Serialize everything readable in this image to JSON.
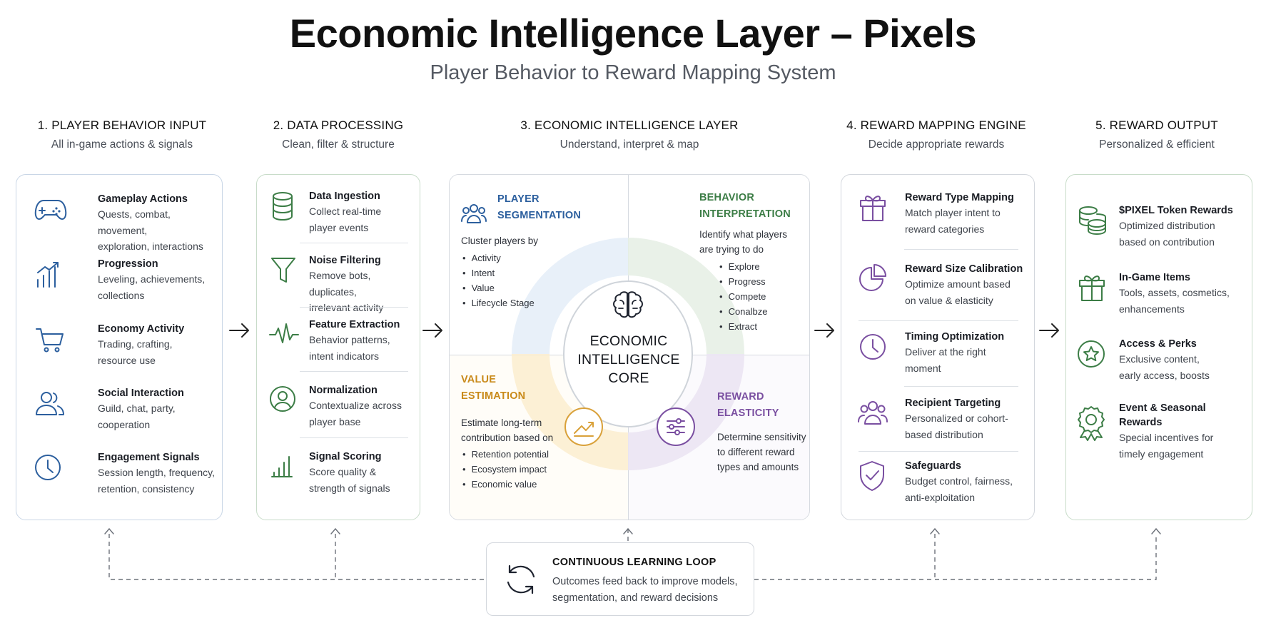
{
  "header": {
    "title": "Economic Intelligence Layer – Pixels",
    "subtitle": "Player Behavior to Reward Mapping System"
  },
  "columns": [
    {
      "heading": "1. PLAYER BEHAVIOR INPUT",
      "sub": "All in-game actions & signals"
    },
    {
      "heading": "2. DATA PROCESSING",
      "sub": "Clean, filter & structure"
    },
    {
      "heading": "3. ECONOMIC INTELLIGENCE LAYER",
      "sub": "Understand, interpret & map"
    },
    {
      "heading": "4. REWARD MAPPING ENGINE",
      "sub": "Decide appropriate rewards"
    },
    {
      "heading": "5. REWARD OUTPUT",
      "sub": "Personalized & efficient"
    }
  ],
  "input": [
    {
      "title": "Gameplay Actions",
      "d1": "Quests, combat, movement,",
      "d2": "exploration, interactions",
      "icon": "gamepad-icon"
    },
    {
      "title": "Progression",
      "d1": "Leveling, achievements,",
      "d2": "collections",
      "icon": "bar-chart-icon"
    },
    {
      "title": "Economy Activity",
      "d1": "Trading, crafting,",
      "d2": "resource use",
      "icon": "cart-icon"
    },
    {
      "title": "Social Interaction",
      "d1": "Guild, chat, party,",
      "d2": "cooperation",
      "icon": "users-icon"
    },
    {
      "title": "Engagement Signals",
      "d1": "Session length, frequency,",
      "d2": "retention, consistency",
      "icon": "clock-icon"
    }
  ],
  "processing": [
    {
      "title": "Data Ingestion",
      "d1": "Collect real-time",
      "d2": "player events",
      "icon": "database-icon"
    },
    {
      "title": "Noise Filtering",
      "d1": "Remove bots, duplicates,",
      "d2": "irrelevant activity",
      "icon": "filter-icon"
    },
    {
      "title": "Feature Extraction",
      "d1": "Behavior patterns,",
      "d2": "intent indicators",
      "icon": "pulse-icon"
    },
    {
      "title": "Normalization",
      "d1": "Contextualize across",
      "d2": "player base",
      "icon": "user-circle-icon"
    },
    {
      "title": "Signal Scoring",
      "d1": "Score quality &",
      "d2": "strength of signals",
      "icon": "signal-bars-icon"
    }
  ],
  "core": {
    "label_l1": "ECONOMIC",
    "label_l2": "INTELLIGENCE",
    "label_l3": "CORE",
    "segmentation": {
      "t1": "PLAYER",
      "t2": "SEGMENTATION",
      "text": "Cluster players by",
      "items": [
        "Activity",
        "Intent",
        "Value",
        "Lifecycle Stage"
      ]
    },
    "interpretation": {
      "t1": "BEHAVIOR",
      "t2": "INTERPRETATION",
      "text1": "Identify what players",
      "text2": "are trying to do",
      "items": [
        "Explore",
        "Progress",
        "Compete",
        "Conalbze",
        "Extract"
      ]
    },
    "value": {
      "t1": "VALUE",
      "t2": "ESTIMATION",
      "text1": "Estimate long-term",
      "text2": "contribution based on",
      "items": [
        "Retention potential",
        "Ecosystem impact",
        "Economic value"
      ]
    },
    "elasticity": {
      "t1": "REWARD",
      "t2": "ELASTICITY",
      "text1": "Determine sensitivity",
      "text2": "to different reward",
      "text3": "types and amounts"
    }
  },
  "mapping": [
    {
      "title": "Reward Type Mapping",
      "d1": "Match player intent to",
      "d2": "reward categories",
      "icon": "gift-icon"
    },
    {
      "title": "Reward Size Calibration",
      "d1": "Optimize amount based",
      "d2": "on value & elasticity",
      "icon": "pie-chart-icon"
    },
    {
      "title": "Timing Optimization",
      "d1": "Deliver at the right",
      "d2": "moment",
      "icon": "clock-icon"
    },
    {
      "title": "Recipient Targeting",
      "d1": "Personalized or cohort-",
      "d2": "based distribution",
      "icon": "users-icon"
    },
    {
      "title": "Safeguards",
      "d1": "Budget control, fairness,",
      "d2": "anti-exploitation",
      "icon": "shield-check-icon"
    }
  ],
  "output": [
    {
      "title": "$PIXEL Token Rewards",
      "d1": "Optimized distribution",
      "d2": "based on contribution",
      "icon": "coins-icon"
    },
    {
      "title": "In-Game Items",
      "d1": "Tools, assets, cosmetics,",
      "d2": "enhancements",
      "icon": "gift-icon"
    },
    {
      "title": "Access & Perks",
      "d1": "Exclusive content,",
      "d2": "early access, boosts",
      "icon": "star-badge-icon"
    },
    {
      "title": "Event & Seasonal",
      "title2": "Rewards",
      "d1": "Special incentives for",
      "d2": "timely engagement",
      "icon": "award-icon"
    }
  ],
  "loop": {
    "title": "CONTINUOUS LEARNING LOOP",
    "d1": "Outcomes feed back to improve models,",
    "d2": "segmentation, and reward decisions"
  },
  "colors": {
    "blue": "#2c5f9e",
    "green": "#3c7d46",
    "purple": "#7a4fa1",
    "orange": "#c98a1a"
  }
}
